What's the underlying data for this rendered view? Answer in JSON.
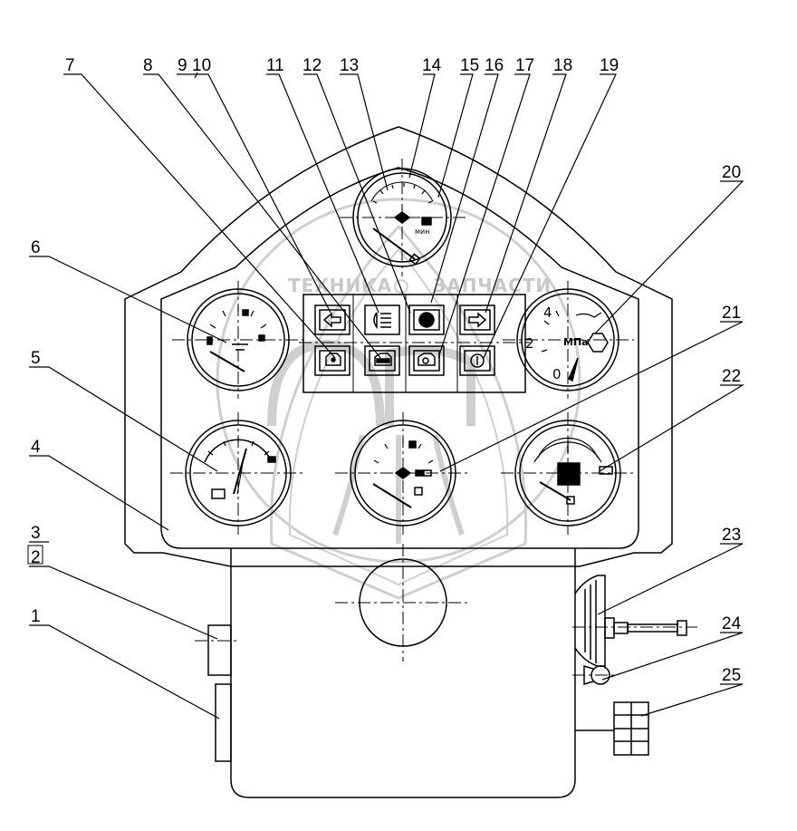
{
  "watermark": {
    "left_word": "ТЕХНИКА",
    "right_word": "ЗАПЧАСТИ"
  },
  "callouts": [
    "1",
    "2",
    "3",
    "4",
    "5",
    "6",
    "7",
    "8",
    "9",
    "10",
    "11",
    "12",
    "13",
    "14",
    "15",
    "16",
    "17",
    "18",
    "19",
    "20",
    "21",
    "22",
    "23",
    "24",
    "25"
  ],
  "gauges": {
    "oil_pressure": {
      "top": "4",
      "left": "2",
      "bottom": "0",
      "unit": "МПа"
    }
  },
  "colors": {
    "ink": "#000000",
    "watermark": "#c8c8c8"
  }
}
